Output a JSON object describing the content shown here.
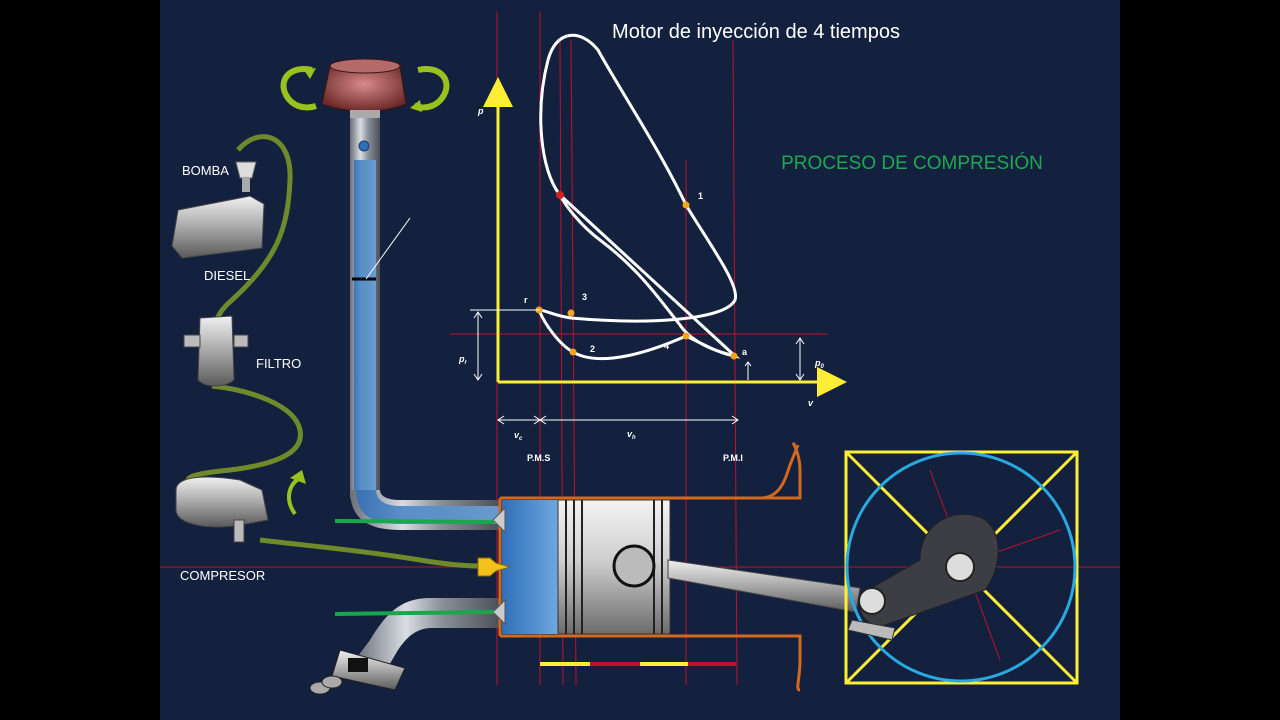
{
  "slide": {
    "title": "Motor de inyección de 4 tiempos",
    "process_heading": "PROCESO DE COMPRESIÓN",
    "process_color": "#1fa84f",
    "background": "#13213f"
  },
  "components": {
    "pump": "BOMBA",
    "tank": "DIESEL",
    "filter": "FILTRO",
    "compressor": "COMPRESOR"
  },
  "pv_diagram": {
    "axis_p": "p",
    "axis_v": "v",
    "points": {
      "p1": "1",
      "p2": "2",
      "p3": "3",
      "p4": "4",
      "pa": "a",
      "pr": "r"
    },
    "pressures": {
      "pr": "p",
      "pr_sub": "r",
      "p0": "p",
      "p0_sub": "0"
    },
    "volumes": {
      "vc": "v",
      "vc_sub": "c",
      "vh": "v",
      "vh_sub": "h"
    },
    "dead_centers": {
      "top": "P.M.S",
      "bottom": "P.M.I"
    },
    "colors": {
      "axis": "#ffee33",
      "curve": "#ffffff",
      "guide": "#c0102a",
      "point": "#f2a51a"
    }
  },
  "mechanism": {
    "crank_circle_color": "#29a9e1",
    "frame_color": "#ffee33",
    "cylinder_wall_color": "#d2691e"
  }
}
